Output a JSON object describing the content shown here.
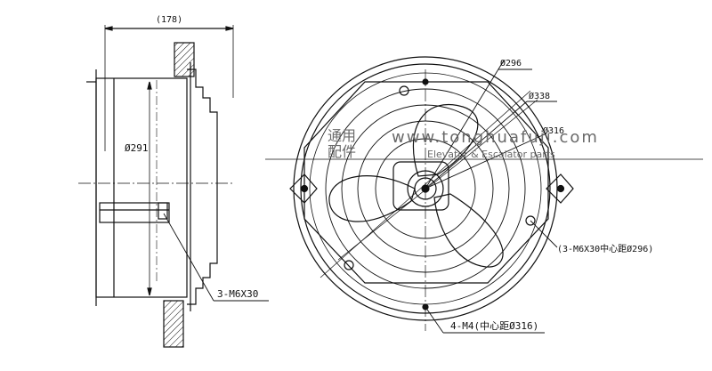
{
  "side_view": {
    "width_dim": "(178)",
    "diameter_dim": "Ø291",
    "callout_screws": "3-M6X30"
  },
  "front_view": {
    "dim_inner": "Ø296",
    "dim_outer": "Ø338",
    "dim_mid": "Ø316",
    "callout_bolts_3": "(3-M6X30中心距Ø296)",
    "callout_bolts_4": "4-M4(中心距Ø316)"
  },
  "watermark": {
    "cn_line1": "通用",
    "cn_line2": "配件",
    "url": "www.tonghuafuji.com",
    "tagline": "Elevator & Escalator parts"
  },
  "colors": {
    "ink": "#111111",
    "watermark": "#6a6a6a"
  }
}
